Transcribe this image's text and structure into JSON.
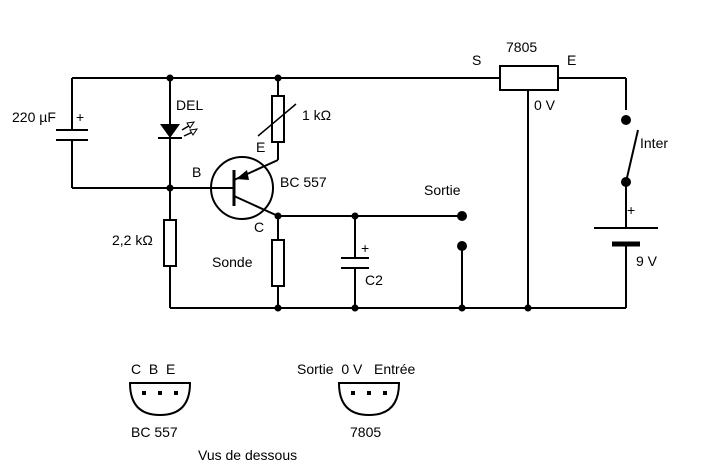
{
  "labels": {
    "regulator": "7805",
    "reg_s": "S",
    "reg_e": "E",
    "reg_0v": "0 V",
    "inter": "Inter",
    "battery": "9 V",
    "battery_plus": "+",
    "cap1": "220 µF",
    "cap1_plus": "+",
    "led": "DEL",
    "resistor_top": "1 kΩ",
    "transistor_e": "E",
    "transistor_b": "B",
    "transistor_c": "C",
    "transistor": "BC 557",
    "output": "Sortie",
    "resistor_bias": "2,2 kΩ",
    "probe": "Sonde",
    "cap2_plus": "+",
    "cap2": "C2"
  },
  "pinouts": {
    "bc557": {
      "pins": "C  B  E",
      "name": "BC 557"
    },
    "reg7805": {
      "pins": "Sortie  0 V   Entrée",
      "name": "7805"
    },
    "caption": "Vus de dessous"
  },
  "colors": {
    "ink": "#000000",
    "background": "#ffffff"
  }
}
